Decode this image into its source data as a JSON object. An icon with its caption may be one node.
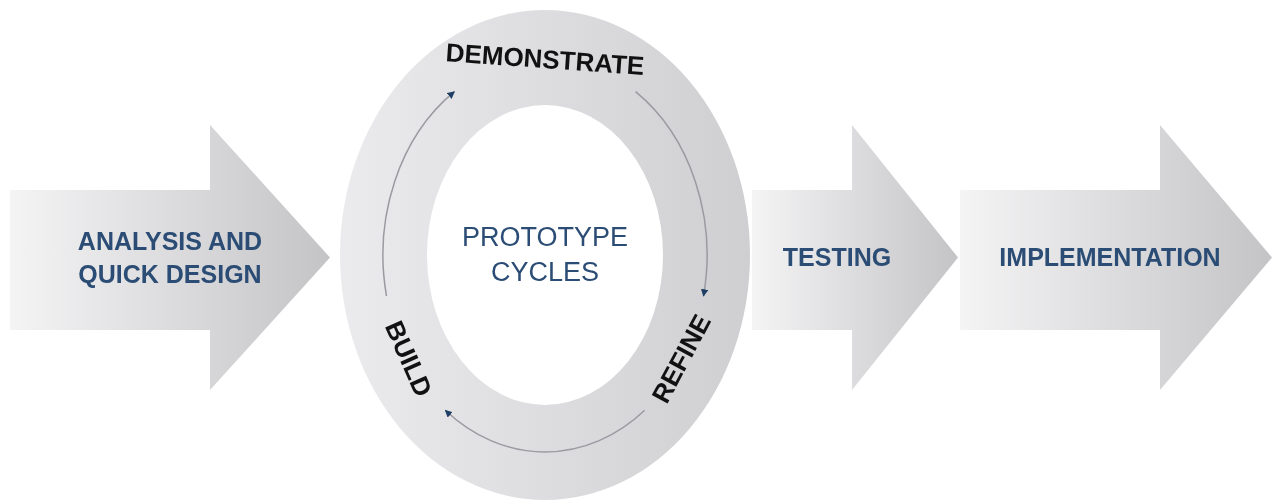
{
  "diagram": {
    "nodes": [
      {
        "text": [
          "ANALYSIS AND QUICK DESIGN"
        ]
      },
      {
        "text": [
          "PROTOTYPE CYCLES"
        ]
      },
      {
        "text": [
          "DEMONSTRATE"
        ],
        "in": 1
      },
      {
        "text": [
          "REFINE"
        ],
        "in": 1
      },
      {
        "text": [
          "BUILD"
        ],
        "in": 1
      },
      {
        "text": [
          "TESTING"
        ]
      },
      {
        "text": [
          "IMPLEMENTATION"
        ]
      }
    ],
    "edges": [
      {
        "from": 4,
        "to": 2,
        "arrow": "to"
      },
      {
        "from": 2,
        "to": 3,
        "arrow": "to"
      },
      {
        "from": 3,
        "to": 4,
        "arrow": "to"
      }
    ]
  }
}
